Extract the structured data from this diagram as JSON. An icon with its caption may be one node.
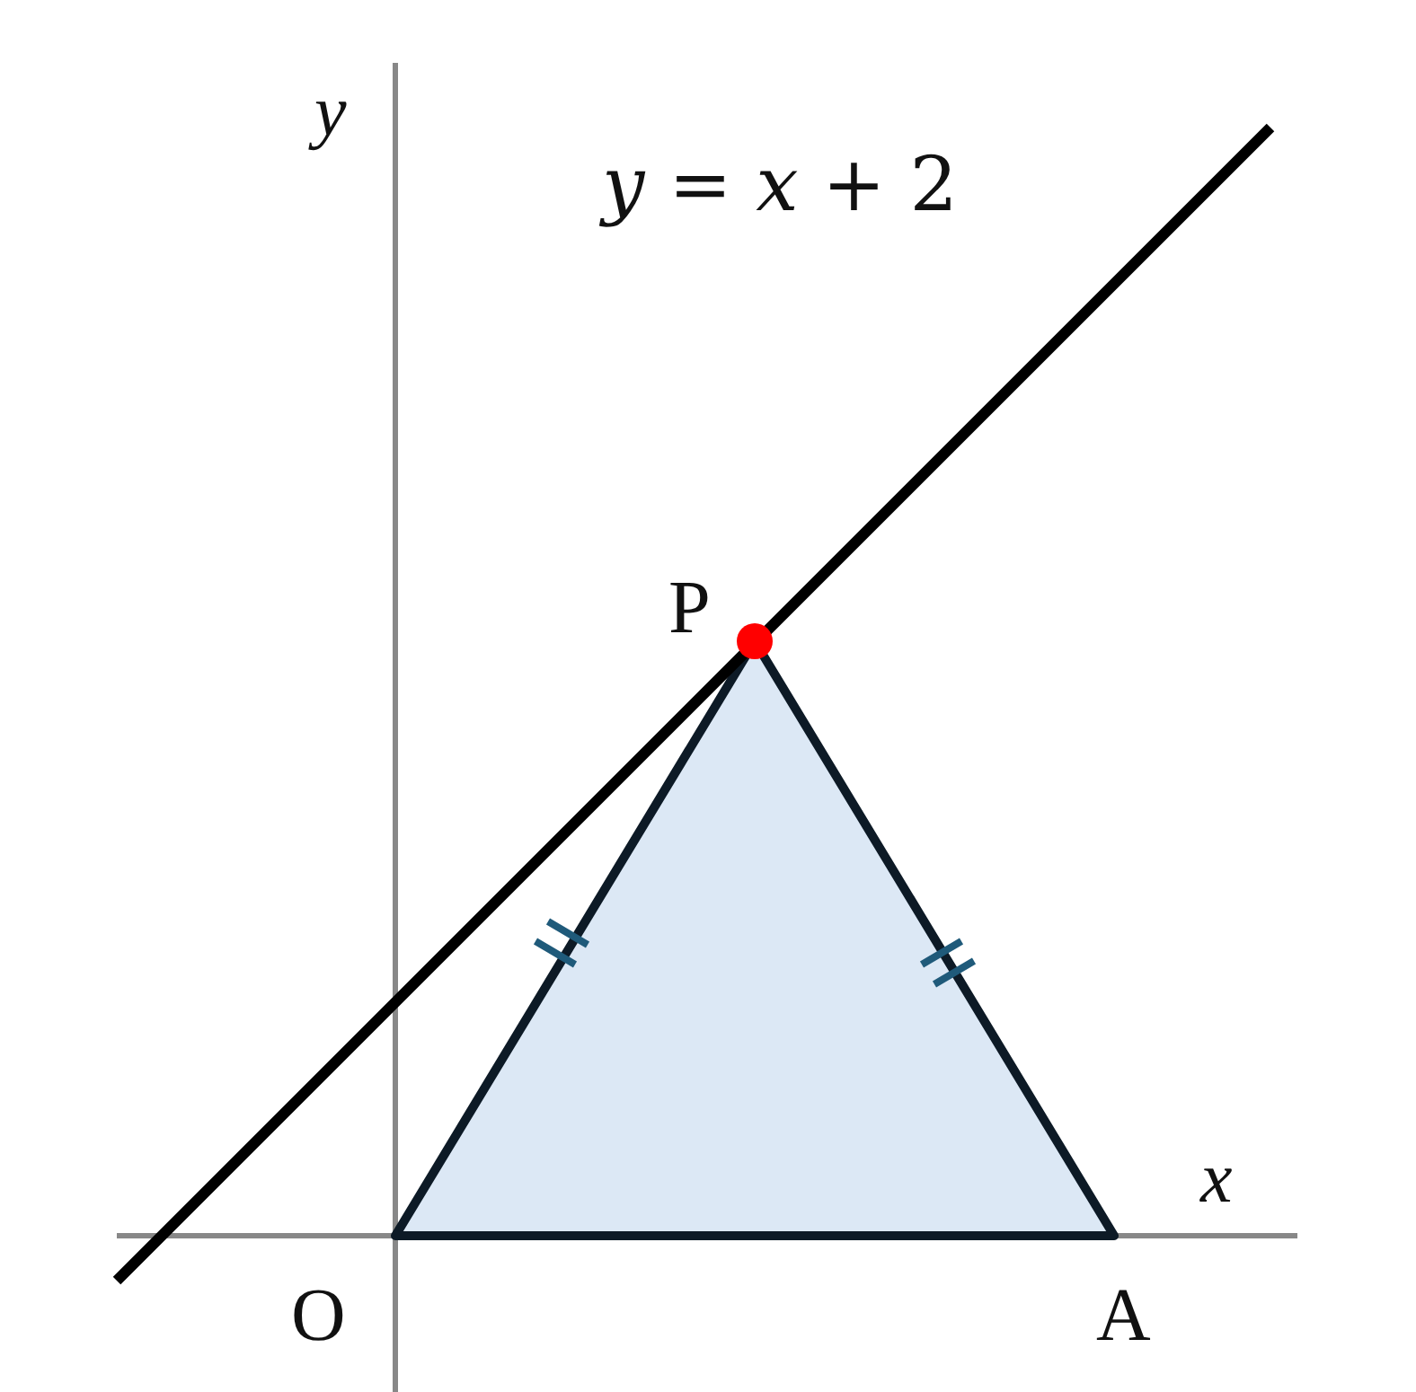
{
  "diagram": {
    "labels": [
      "y",
      "*y* = *x* + 2",
      "P",
      "x",
      "O",
      "A"
    ]
  }
}
